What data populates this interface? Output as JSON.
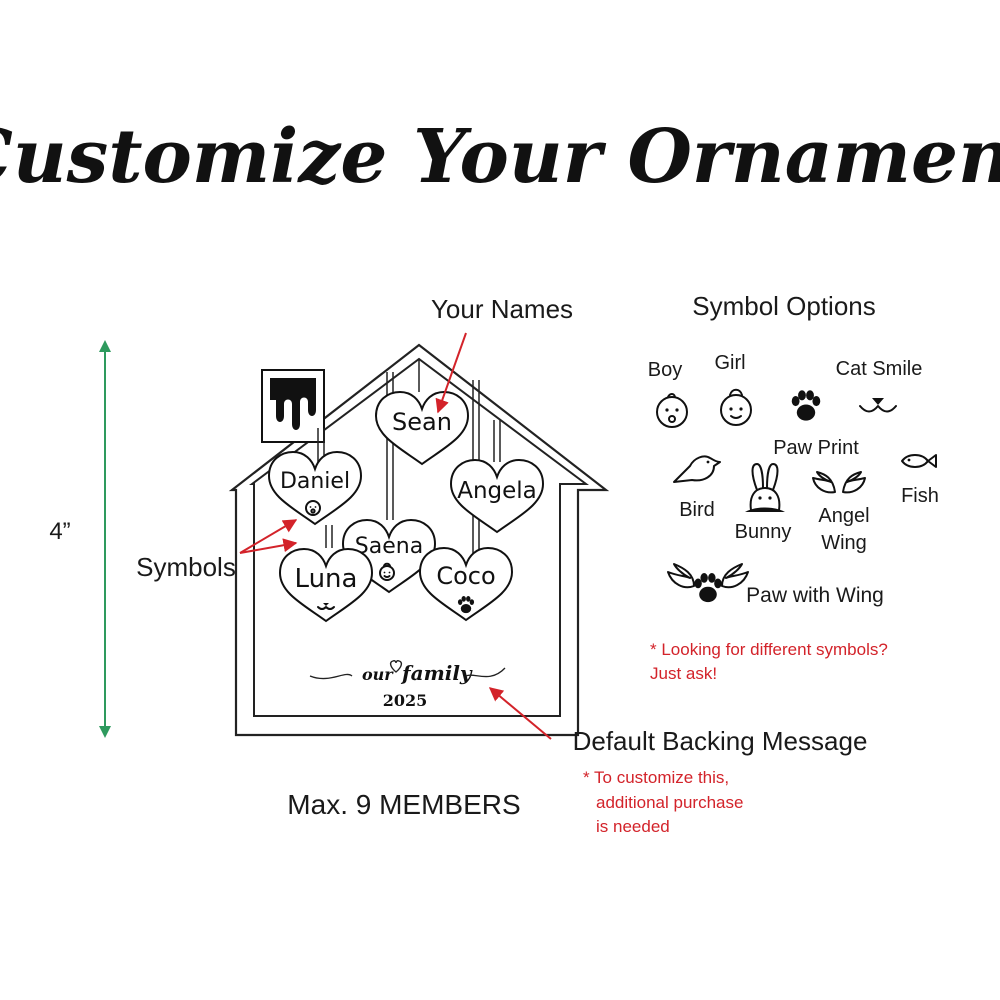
{
  "title": "Customize Your Ornament",
  "dimension_label": "4”",
  "callouts": {
    "your_names": "Your Names",
    "symbols": "Symbols",
    "default_backing_message": "Default Backing Message",
    "customize_note_lines": [
      "* To customize this,",
      "additional purchase",
      "is needed"
    ]
  },
  "ornament": {
    "names": [
      "Sean",
      "Daniel",
      "Angela",
      "Saena",
      "Luna",
      "Coco"
    ],
    "backing_message": {
      "line1_left": "our",
      "line1_right": "family",
      "year": "2025"
    }
  },
  "max_members": "Max. 9 MEMBERS",
  "symbol_options": {
    "heading": "Symbol Options",
    "labels": {
      "boy": "Boy",
      "girl": "Girl",
      "cat_smile": "Cat Smile",
      "paw_print": "Paw Print",
      "bird": "Bird",
      "bunny": "Bunny",
      "angel_wing": [
        "Angel",
        "Wing"
      ],
      "fish": "Fish",
      "paw_with_wing": "Paw with Wing"
    },
    "note_lines": [
      "* Looking for different symbols?",
      "Just ask!"
    ]
  },
  "colors": {
    "accent_red": "#d3232a",
    "dimension_green": "#2e9a5e",
    "ink": "#111111"
  }
}
